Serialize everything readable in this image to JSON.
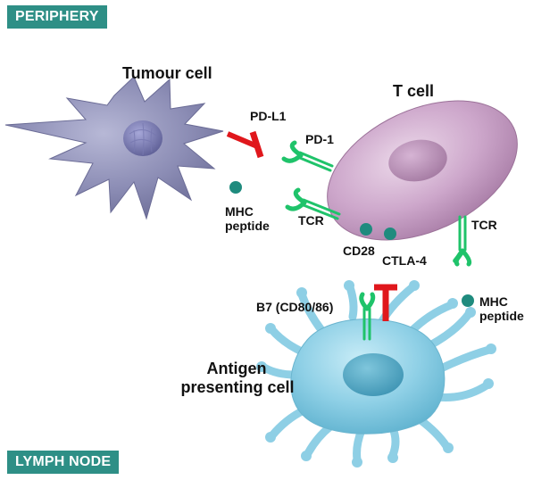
{
  "regions": {
    "top": "PERIPHERY",
    "bottom": "LYMPH NODE"
  },
  "cells": {
    "tumour": "Tumour cell",
    "t_cell": "T cell",
    "apc_line1": "Antigen",
    "apc_line2": "presenting cell"
  },
  "molecules": {
    "pd_l1": "PD-L1",
    "pd_1": "PD-1",
    "mhc_tumour_line1": "MHC",
    "mhc_tumour_line2": "peptide",
    "tcr_left": "TCR",
    "tcr_right": "TCR",
    "cd28": "CD28",
    "ctla4": "CTLA-4",
    "b7": "B7 (CD80/86)",
    "mhc_apc_line1": "MHC",
    "mhc_apc_line2": "peptide"
  },
  "colors": {
    "badge": "#2e8f86",
    "receptor_green": "#1fc36a",
    "inhibitor_red": "#e0171c",
    "tumour_purple": "#8586b0",
    "t_cell_pink": "#c9a0c6",
    "apc_blue": "#8fd3ea",
    "mhc_teal": "#1f8b7e"
  }
}
